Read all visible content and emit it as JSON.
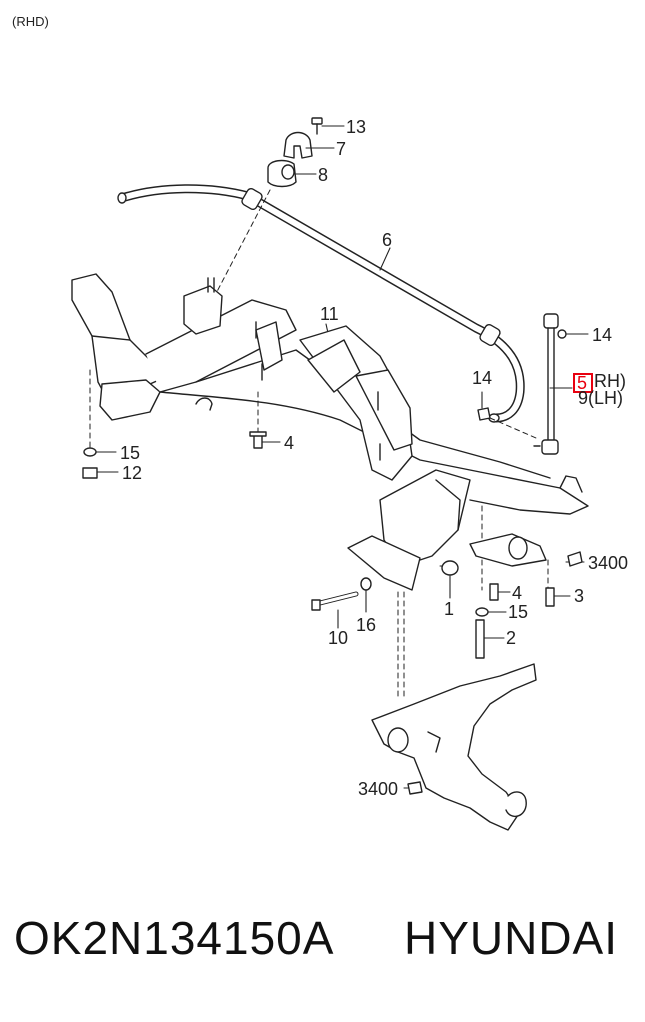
{
  "diagram": {
    "corner_tag": "(RHD)",
    "highlight_color": "#e8000f",
    "callouts": [
      {
        "id": "c13",
        "text": "13"
      },
      {
        "id": "c7",
        "text": "7"
      },
      {
        "id": "c8",
        "text": "8"
      },
      {
        "id": "c6",
        "text": "6"
      },
      {
        "id": "c11",
        "text": "11"
      },
      {
        "id": "c14a",
        "text": "14"
      },
      {
        "id": "c14b",
        "text": "14"
      },
      {
        "id": "c5",
        "text": "5",
        "highlighted": true
      },
      {
        "id": "c5s",
        "text": "RH)"
      },
      {
        "id": "c9",
        "text": "9(LH)"
      },
      {
        "id": "c15a",
        "text": "15"
      },
      {
        "id": "c12",
        "text": "12"
      },
      {
        "id": "c4a",
        "text": "4"
      },
      {
        "id": "c3400a",
        "text": "3400"
      },
      {
        "id": "c4b",
        "text": "4"
      },
      {
        "id": "c15b",
        "text": "15"
      },
      {
        "id": "c3",
        "text": "3"
      },
      {
        "id": "c1",
        "text": "1"
      },
      {
        "id": "c2",
        "text": "2"
      },
      {
        "id": "c16",
        "text": "16"
      },
      {
        "id": "c10",
        "text": "10"
      },
      {
        "id": "c3400b",
        "text": "3400"
      }
    ]
  },
  "caption": {
    "part_number": "OK2N134150A",
    "brand": "HYUNDAI"
  }
}
